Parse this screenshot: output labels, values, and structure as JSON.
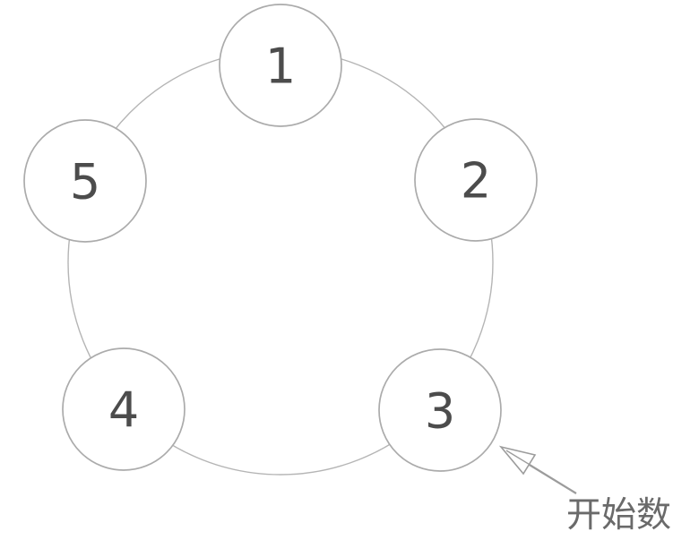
{
  "diagram": {
    "type": "circular-counting-diagram",
    "nodes": [
      {
        "label": "1"
      },
      {
        "label": "2"
      },
      {
        "label": "3"
      },
      {
        "label": "4"
      },
      {
        "label": "5"
      }
    ],
    "node_order_clockwise_from_top": [
      "1",
      "2",
      "3",
      "4",
      "5"
    ],
    "annotation": {
      "label": "开始数",
      "points_to_node": "3"
    },
    "colors": {
      "background": "#ffffff",
      "node_fill": "#ffffff",
      "node_stroke": "#ababab",
      "ring_stroke": "#b5b5b5",
      "number_color": "#4c4c4c",
      "arrow_color": "#9c9c9c",
      "annotation_color": "#6a6a6a"
    }
  }
}
